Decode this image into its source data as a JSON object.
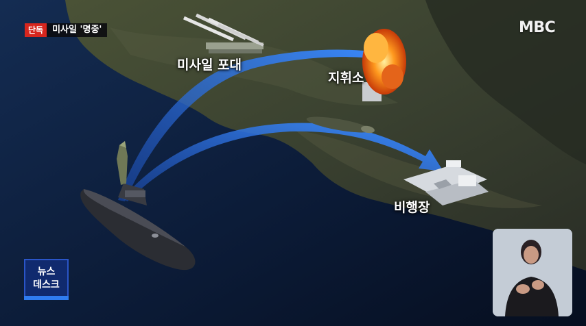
{
  "broadcaster": {
    "logo_text": "MBC"
  },
  "headline": {
    "badge": "단독",
    "title": "미사일 '명중'"
  },
  "program": {
    "line1": "뉴스",
    "line2": "데스크"
  },
  "map_labels": {
    "missile_battery": "미사일 포대",
    "command_post": "지휘소",
    "airfield": "비행장"
  },
  "colors": {
    "badge_red": "#d7261e",
    "arrow_blue": "#2f6fd8",
    "desk_blue": "#102a6e",
    "sea": "#0e1e3a"
  },
  "icons": [
    "submarine",
    "missile",
    "missile-launcher",
    "explosion",
    "airfield-buildings",
    "sign-language-interpreter"
  ]
}
